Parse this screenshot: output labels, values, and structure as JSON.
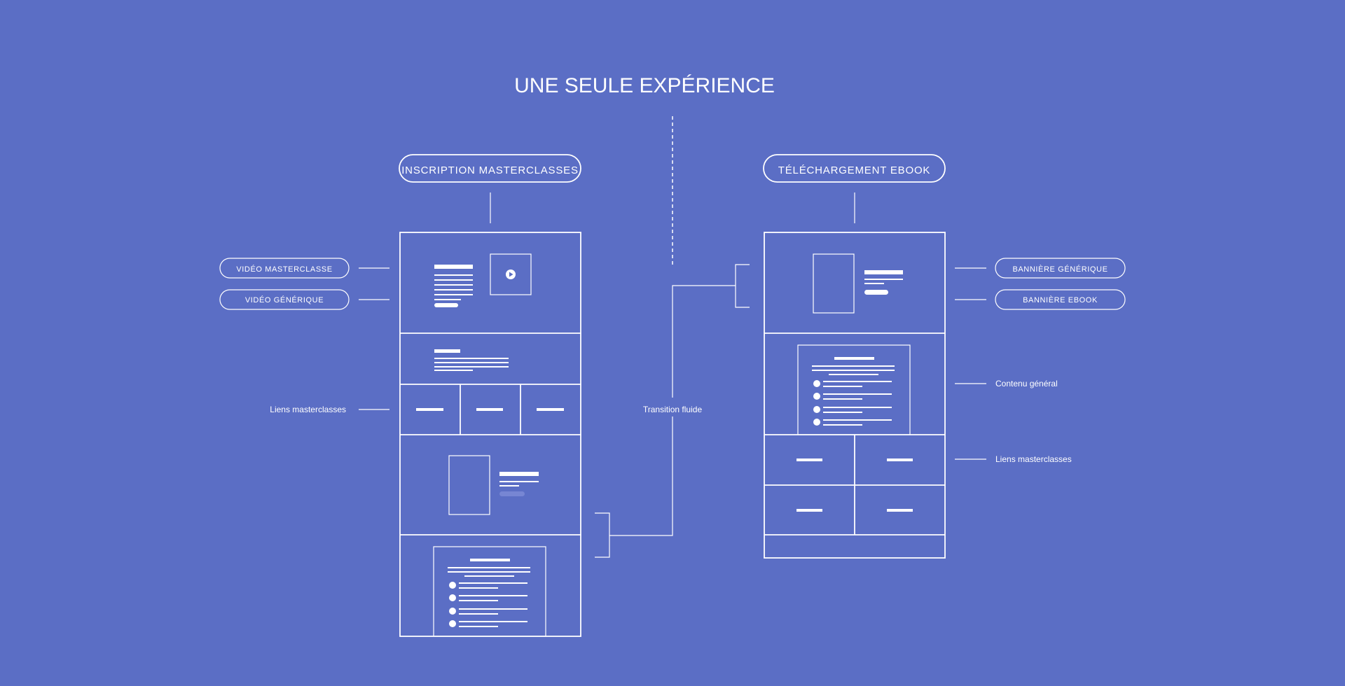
{
  "title": "UNE SEULE EXPÉRIENCE",
  "left_flow": {
    "heading": "INSCRIPTION MASTERCLASSES",
    "labels": {
      "video_masterclasse": "VIDÉO MASTERCLASSE",
      "video_generique": "VIDÉO GÉNÉRIQUE",
      "liens_masterclasses": "Liens masterclasses"
    }
  },
  "right_flow": {
    "heading": "TÉLÉCHARGEMENT EBOOK",
    "labels": {
      "banniere_generique": "BANNIÈRE GÉNÉRIQUE",
      "banniere_ebook": "BANNIÈRE EBOOK",
      "contenu_general": "Contenu général",
      "liens_masterclasses": "Liens masterclasses"
    }
  },
  "transition_label": "Transition fluide",
  "colors": {
    "background": "#5b6ec5",
    "line": "#ffffff"
  }
}
